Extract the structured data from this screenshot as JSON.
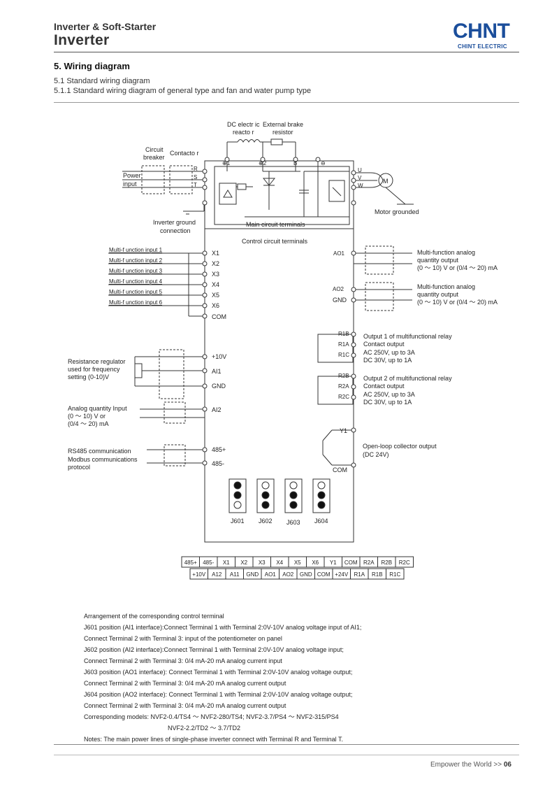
{
  "header": {
    "category": "Inverter & Soft-Starter",
    "title": "Inverter",
    "logo": "CHNT",
    "logo_sub": "CHINT ELECTRIC"
  },
  "section": {
    "title": "5. Wiring diagram",
    "sub1": "5.1 Standard wiring diagram",
    "sub2": "5.1.1 Standard wiring diagram of general type and fan and water pump type"
  },
  "diagram": {
    "dc_reactor_l1": "DC electr ic",
    "dc_reactor_l2": "reacto r",
    "brake_l1": "External brake",
    "brake_l2": "resistor",
    "breaker_l1": "Circuit",
    "breaker_l2": "breaker",
    "contactor": "Contacto r",
    "power_l1": "Power",
    "power_l2": "input",
    "term_r": "R",
    "term_s": "S",
    "term_t": "T",
    "term_p1": "⊕1",
    "term_p2": "⊕2",
    "term_b": "B",
    "term_minus": "⊖",
    "term_u": "U",
    "term_v": "V",
    "term_w": "W",
    "motor": "M",
    "motor_ground": "Motor grounded",
    "ground_l1": "Inverter ground",
    "ground_l2": "connection",
    "main_terminals": "Main circuit terminals",
    "control_terminals": "Control circuit terminals",
    "mf_inputs": [
      "Multi-f unction input 1",
      "Multi-f unction input 2",
      "Multi-f unction input 3",
      "Multi-f unction input 4",
      "Multi-f unction input 5",
      "Multi-f unction input 6"
    ],
    "x_terms": [
      "X1",
      "X2",
      "X3",
      "X4",
      "X5",
      "X6"
    ],
    "com": "COM",
    "res_l1": "Resistance regulator",
    "res_l2": "used for frequency",
    "res_l3": "setting (0-10)V",
    "t_10v": "+10V",
    "t_ai1": "AI1",
    "t_gnd": "GND",
    "aq_l1": "Analog quantity Input",
    "aq_l2": "(0 ～ 10) V or",
    "aq_l3": "(0/4 ～ 20) mA",
    "t_ai2": "AI2",
    "rs_l1": "RS485 communication",
    "rs_l2": "Modbus communications",
    "rs_l3": "protocol",
    "t_485p": "485+",
    "t_485m": "485-",
    "t_ao1": "AO1",
    "t_ao2": "AO2",
    "t_gnd_r": "GND",
    "ao1_l1": "Multi-function analog",
    "ao1_l2": "quantity output",
    "ao1_l3": "(0 ～ 10) V or (0/4 ～ 20) mA",
    "ao2_l1": "Multi-function analog",
    "ao2_l2": "quantity output",
    "ao2_l3": "(0 ～ 10) V or (0/4 ～ 20) mA",
    "r1b": "R1B",
    "r1a": "R1A",
    "r1c": "R1C",
    "relay1_l1": "Output 1 of multifunctional relay",
    "relay1_l2": "Contact output",
    "relay1_l3": "AC 250V, up to 3A",
    "relay1_l4": "DC 30V, up to 1A",
    "r2b": "R2B",
    "r2a": "R2A",
    "r2c": "R2C",
    "relay2_l1": "Output 2 of multifunctional relay",
    "relay2_l2": "Contact output",
    "relay2_l3": "AC 250V, up to 3A",
    "relay2_l4": "DC 30V, up to 1A",
    "y1": "Y1",
    "oc_l1": "Open-loop collector output",
    "oc_l2": "(DC 24V)",
    "com_r": "COM",
    "jumpers": [
      "J601",
      "J602",
      "J603",
      "J604"
    ],
    "terminal_row1": [
      "485+",
      "485-",
      "X1",
      "X2",
      "X3",
      "X4",
      "X5",
      "X6",
      "Y1",
      "COM",
      "R2A",
      "R2B",
      "R2C"
    ],
    "terminal_row2": [
      "+10V",
      "A12",
      "A11",
      "GND",
      "AO1",
      "AO2",
      "GND",
      "COM",
      "+24V",
      "R1A",
      "R1B",
      "R1C"
    ]
  },
  "notes": [
    "Arrangement of the corresponding control terminal",
    "J601 position (AI1 interface):Connect Terminal 1 with Terminal 2:0V-10V analog voltage input of AI1;",
    "Connect Terminal 2 with Terminal 3: input of the potentiometer on panel",
    "J602 position (AI2 interface):Connect Terminal 1 with Terminal 2:0V-10V analog voltage input;",
    "Connect Terminal 2 with Terminal 3: 0/4 mA-20 mA analog current input",
    "J603 position (AO1 interface): Connect Terminal 1 with Terminal 2:0V-10V analog voltage output;",
    "Connect Terminal 2 with Terminal 3: 0/4 mA-20 mA analog current output",
    "J604 position (AO2 interface): Connect Terminal 1 with Terminal 2:0V-10V analog voltage output;",
    "Connect Terminal 2 with Terminal 3: 0/4 mA-20 mA analog current output",
    "Corresponding models: NVF2-0.4/TS4 ～ NVF2-280/TS4; NVF2-3.7/PS4 ～ NVF2-315/PS4",
    "NVF2-2.2/TD2 ～ 3.7/TD2",
    "Notes: The main power lines of single-phase inverter connect with Terminal R and Terminal T."
  ],
  "footer": {
    "text": "Empower the World  >>",
    "page": "06"
  }
}
